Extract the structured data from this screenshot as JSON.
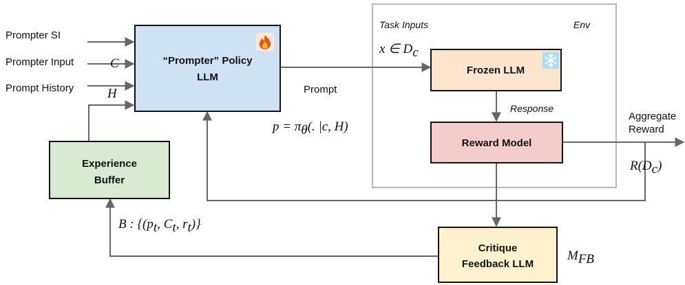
{
  "inputs": {
    "prompter_si": "Prompter SI",
    "prompter_input": "Prompter Input",
    "prompt_history": "Prompt History"
  },
  "symbols": {
    "context": "C",
    "history": "H",
    "task_input": "x ∈ D",
    "task_input_sub": "c",
    "policy": "p = π",
    "policy_sub": "θ",
    "policy_args": "(. |c, H)",
    "reward": "R(D",
    "reward_sub": "c",
    "reward_close": ")",
    "buffer": "B : {(p",
    "buffer_tail": ", C",
    "buffer_tail2": ", r",
    "buffer_end": ")}",
    "buffer_sub_t": "t",
    "feedback": "M",
    "feedback_sub": "FB"
  },
  "nodes": {
    "policy_llm": {
      "line1": "“Prompter” Policy",
      "line2": "LLM",
      "fill": "#cfe2f3",
      "badge": "fire-icon"
    },
    "frozen_llm": {
      "line1": "Frozen LLM",
      "fill": "#fce5cd",
      "badge": "snowflake-icon"
    },
    "reward_model": {
      "line1": "Reward Model",
      "fill": "#f4cccc"
    },
    "experience_buffer": {
      "line1": "Experience",
      "line2": "Buffer",
      "fill": "#d9ead3"
    },
    "critique_llm": {
      "line1": "Critique",
      "line2": "Feedback LLM",
      "fill": "#fff2cc"
    }
  },
  "edge_labels": {
    "prompt": "Prompt",
    "response": "Response",
    "aggregate_line1": "Aggregate",
    "aggregate_line2": "Reward"
  },
  "env": {
    "title": "Env",
    "task_inputs": "Task Inputs"
  },
  "colors": {
    "edge": "#666666",
    "env_border": "#b7b7b7",
    "box_border": "#111111"
  }
}
